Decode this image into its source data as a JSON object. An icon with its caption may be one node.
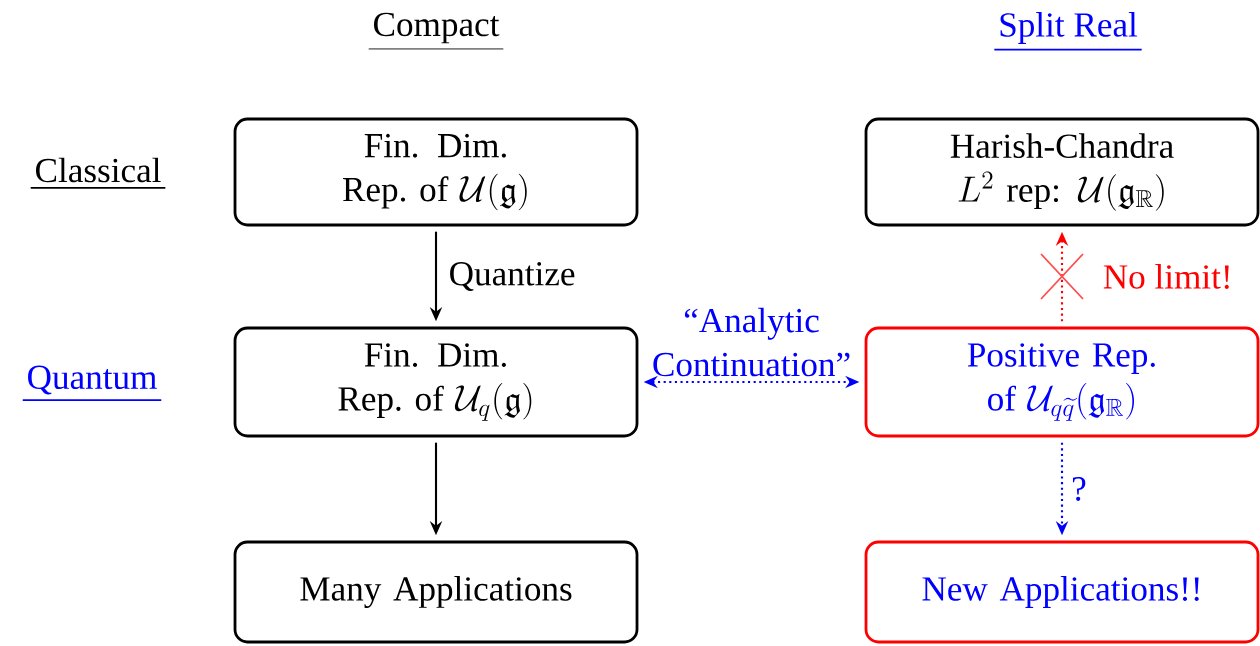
{
  "diagram": {
    "nodes": [
      {
        "text": [
          "Fin. Dim.",
          "\\text{Rep.\\ of }\\mathcal{U}(\\mathfrak{g})"
        ]
      },
      {
        "text": [
          "Harish-Chandra",
          "L^2\\text{ rep: }\\mathcal{U}(\\mathfrak{g}_\\mathbb{R})"
        ]
      },
      {
        "text": [
          "Fin. Dim.",
          "\\text{Rep.\\ of }\\mathcal{U}_q(\\mathfrak{g})"
        ]
      },
      {
        "text": [
          "Positive Rep.",
          "\\text{of }\\mathcal{U}_{q\\widetilde{q}}(\\mathfrak{g}_\\mathbb{R})"
        ]
      },
      {
        "text": [
          "Many Applications"
        ]
      },
      {
        "text": [
          "New Applications!!"
        ]
      }
    ],
    "edges": [
      {
        "from": 0,
        "to": 2,
        "arrow": "to",
        "label": "Quantize"
      },
      {
        "from": 2,
        "to": 4,
        "arrow": "to"
      },
      {
        "from": 2,
        "to": 3,
        "arrow": "both",
        "label": "“Analytic Continuation”",
        "style": "dashed",
        "color": "#0000ff"
      },
      {
        "from": 3,
        "to": 1,
        "arrow": "to",
        "label": "No limit!",
        "style": "dashed",
        "color": "#ff0000"
      },
      {
        "from": 3,
        "to": 5,
        "arrow": "to",
        "label": "?",
        "style": "dashed",
        "color": "#0000ff"
      }
    ],
    "labels": [
      "Compact",
      "Split Real",
      "Classical",
      "Quantum"
    ]
  }
}
